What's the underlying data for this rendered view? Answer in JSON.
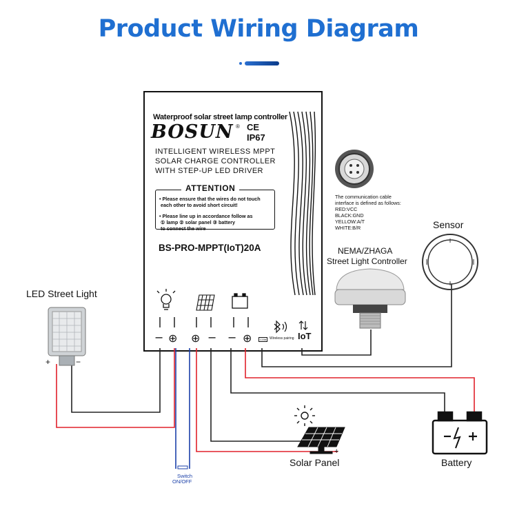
{
  "title": "Product Wiring Diagram",
  "controller": {
    "subtitle": "Waterproof solar street lamp controller",
    "brand": "BOSUN",
    "reg_mark": "®",
    "ce": "CE",
    "ip": "IP67",
    "description": [
      "INTELLIGENT WIRELESS MPPT",
      "SOLAR CHARGE CONTROLLER",
      "WITH STEP-UP LED DRIVER"
    ],
    "attention_title": "ATTENTION",
    "attention_lines": [
      "• Please ensure that the wires do not touch",
      "each other to avoid short circuit!",
      "• Please line up in accordance follow as",
      "① lamp ② solar panel ③ battery",
      "to connect the wire"
    ],
    "model": "BS-PRO-MPPT(IoT)20A",
    "com_label": "COM",
    "wireless_label": "Wireless pairing",
    "iot_label": "IoT",
    "terminal_signs": [
      "−",
      "⊕",
      "⊕",
      "−",
      "−",
      "⊕"
    ]
  },
  "protocol_lines": [
    "The communication cable",
    "interface is defined as follows:",
    "RED:VCC",
    "BLACK:GND",
    "YELLOW:A/T",
    "WHITE:B/R"
  ],
  "labels": {
    "led": "LED Street Light",
    "sensor": "Sensor",
    "nema_line1": "NEMA/ZHAGA",
    "nema_line2": "Street Light Controller",
    "solar": "Solar Panel",
    "battery": "Battery",
    "switch_line1": "Switch",
    "switch_line2": "ON/OFF",
    "led_plus": "+",
    "led_minus": "−",
    "sp_minus": "−",
    "sp_plus": "+"
  },
  "colors": {
    "title": "#1f6fd1",
    "wire_positive": "#e0202a",
    "wire_negative": "#222222",
    "wire_switch": "#1a3fa8"
  }
}
